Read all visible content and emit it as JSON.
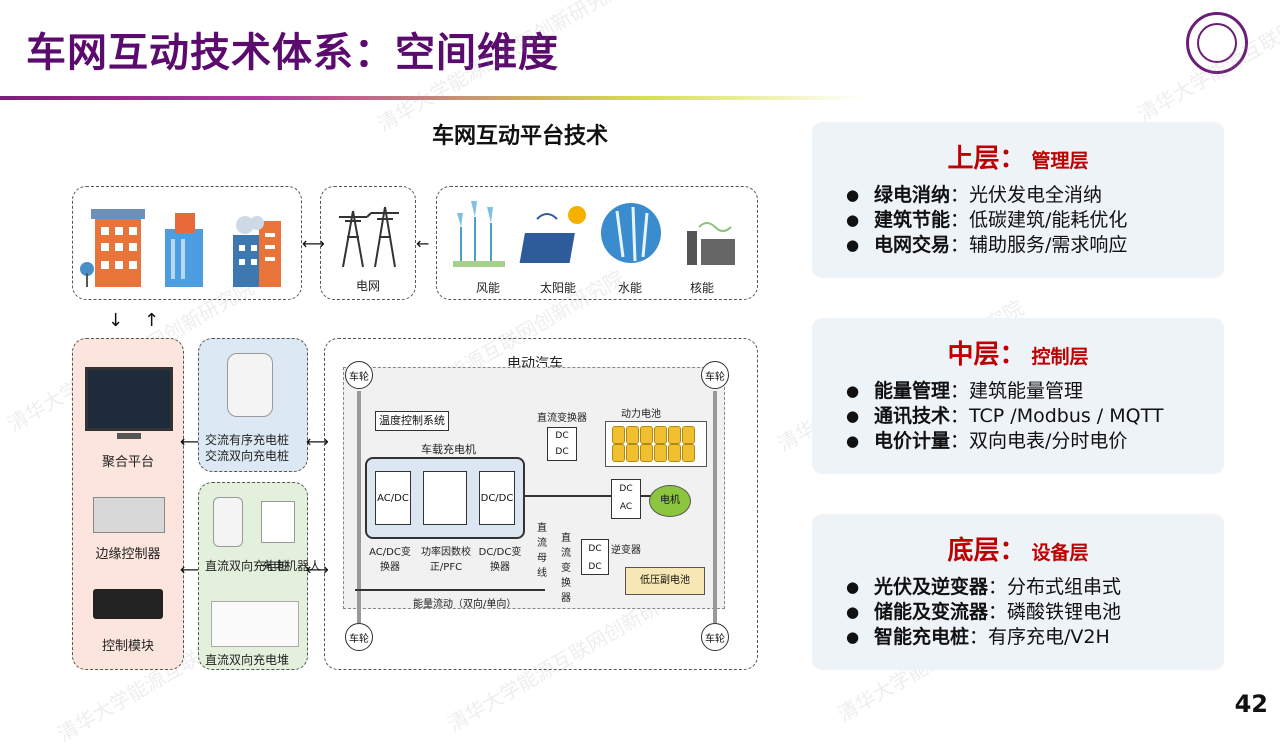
{
  "slide": {
    "title": "车网互动技术体系：空间维度",
    "page_number": "42",
    "watermark": "清华大学能源互联网创新研究院"
  },
  "diagram": {
    "title": "车网互动平台技术",
    "grid_label": "电网",
    "sources": [
      "风能",
      "太阳能",
      "水能",
      "核能"
    ],
    "left_items": [
      "聚合平台",
      "边缘控制器",
      "控制模块"
    ],
    "ac_pile_1": "交流有序充电桩",
    "ac_pile_2": "交流双向充电桩",
    "dc_pile": "直流双向充电桩",
    "robot": "充电机器人",
    "dc_stack": "直流双向充电堆",
    "ev": {
      "title": "电动汽车",
      "wheel": "车轮",
      "temp_ctrl": "温度控制系统",
      "obc": "车载充电机",
      "acdc": "AC/DC变换器",
      "pfc": "功率因数校正/PFC",
      "dcdc": "DC/DC变换器",
      "dc_dc_conv": "直流变换器",
      "power_batt": "动力电池",
      "dc_bus": "直流母线",
      "dc_conv2": "直流变换器",
      "inverter": "逆变器",
      "motor": "电机",
      "lv_batt": "低压副电池",
      "flow": "能量流动（双向/单向）"
    }
  },
  "panels": [
    {
      "level": "上层",
      "name": "管理层",
      "items": [
        {
          "key": "绿电消纳",
          "value": "光伏发电全消纳"
        },
        {
          "key": "建筑节能",
          "value": "低碳建筑/能耗优化"
        },
        {
          "key": "电网交易",
          "value": "辅助服务/需求响应"
        }
      ]
    },
    {
      "level": "中层",
      "name": "控制层",
      "items": [
        {
          "key": "能量管理",
          "value": "建筑能量管理"
        },
        {
          "key": "通讯技术",
          "value": "TCP /Modbus / MQTT"
        },
        {
          "key": "电价计量",
          "value": "双向电表/分时电价"
        }
      ]
    },
    {
      "level": "底层",
      "name": "设备层",
      "items": [
        {
          "key": "光伏及逆变器",
          "value": "分布式组串式"
        },
        {
          "key": "储能及变流器",
          "value": "磷酸铁锂电池"
        },
        {
          "key": "智能充电桩",
          "value": "有序充电/V2H"
        }
      ]
    }
  ]
}
